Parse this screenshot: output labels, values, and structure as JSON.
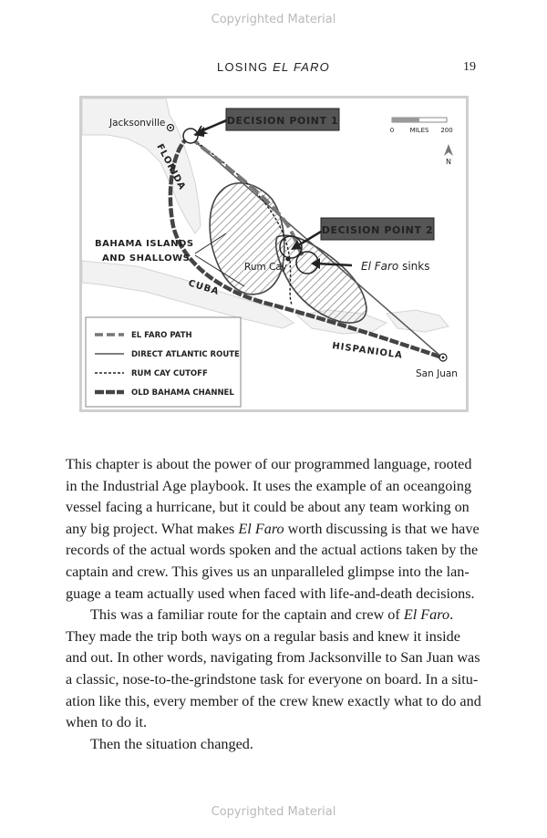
{
  "watermark": "Copyrighted Material",
  "header": {
    "running_head_prefix": "LOSING ",
    "running_head_italic": "EL FARO",
    "page_number": "19"
  },
  "map": {
    "places": {
      "jacksonville": "Jacksonville",
      "florida": "FLORIDA",
      "bahamas_line1": "BAHAMA ISLANDS",
      "bahamas_line2": "AND SHALLOWS",
      "rum_cay": "Rum Cay",
      "cuba": "CUBA",
      "hispaniola": "HISPANIOLA",
      "san_juan": "San Juan"
    },
    "callouts": {
      "decision_point_1": "DECISION POINT 1",
      "decision_point_2": "DECISION POINT 2",
      "sinks_italic": "El Faro",
      "sinks_rest": " sinks"
    },
    "scale": {
      "left": "0",
      "unit": "MILES",
      "right": "200"
    },
    "north": "N",
    "legend": [
      {
        "label": "EL FARO PATH"
      },
      {
        "label": "DIRECT ATLANTIC ROUTE"
      },
      {
        "label": "RUM CAY CUTOFF"
      },
      {
        "label": "OLD BAHAMA CHANNEL"
      }
    ]
  },
  "body": {
    "p1_a": "This chapter is about the power of our programmed language, rooted in the Industrial Age playbook. It uses the example of an oceangoing vessel facing a hurricane, but it could be about any team working on any big project. What makes ",
    "p1_italic": "El Faro",
    "p1_b": " worth discussing is that we have records of the actual words spoken and the actual actions taken by the captain and crew. This gives us an unparalleled glimpse into the lan­guage a team actually used when faced with life-and-death decisions.",
    "p2_a": "This was a familiar route for the captain and crew of ",
    "p2_italic": "El Faro",
    "p2_b": ". They made the trip both ways on a regular basis and knew it inside and out. In other words, navigating from Jacksonville to San Juan was a classic, nose-to-the-grindstone task for everyone on board. In a situ­ation like this, every member of the crew knew exactly what to do and when to do it.",
    "p3": "Then the situation changed."
  }
}
